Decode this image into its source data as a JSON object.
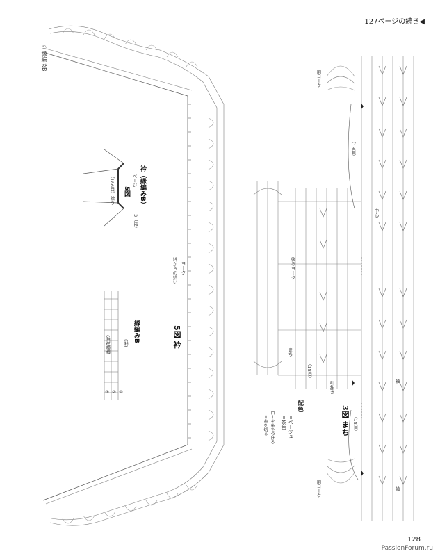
{
  "header": {
    "continued_note": "127ページの続き◀"
  },
  "footer": {
    "page_number": "128",
    "watermark": "PassionForum.ru"
  },
  "collar_chart": {
    "title": "5図 衿",
    "edge_label_top": "①縁編みB",
    "mid_label_1": "衿からの拾い",
    "mid_label_2": "ヨーク"
  },
  "collar_piece": {
    "title": "衿（縁編みB）",
    "sub1": "ページ",
    "sub2": "5図",
    "measure_1": "（186目）拾う",
    "measure_2": "3（段）"
  },
  "edging_b": {
    "title": "縁編みB",
    "repeat": "6目1模様",
    "row_marks": [
      "③",
      "②",
      "①"
    ],
    "note": "(衿)"
  },
  "yoke_chart": {
    "title": "3図 まち",
    "label_back": "前ヨーク",
    "label_back2": "前ヨーク",
    "label_yoke_side": "後ろヨーク",
    "label_sleeve": "袖",
    "label_sleeve2": "袖",
    "label_count_1": "（18目）",
    "label_count_2": "（18目）",
    "label_count_3": "（18目）",
    "label_gusset": "まち",
    "label_center": "中心",
    "label_join": "引抜き"
  },
  "legend": {
    "title": "配色",
    "items": [
      "＝ベージュ",
      "＝茶色"
    ],
    "notes": [
      "ローを糸をつける",
      "ー＝糸を切る"
    ]
  }
}
